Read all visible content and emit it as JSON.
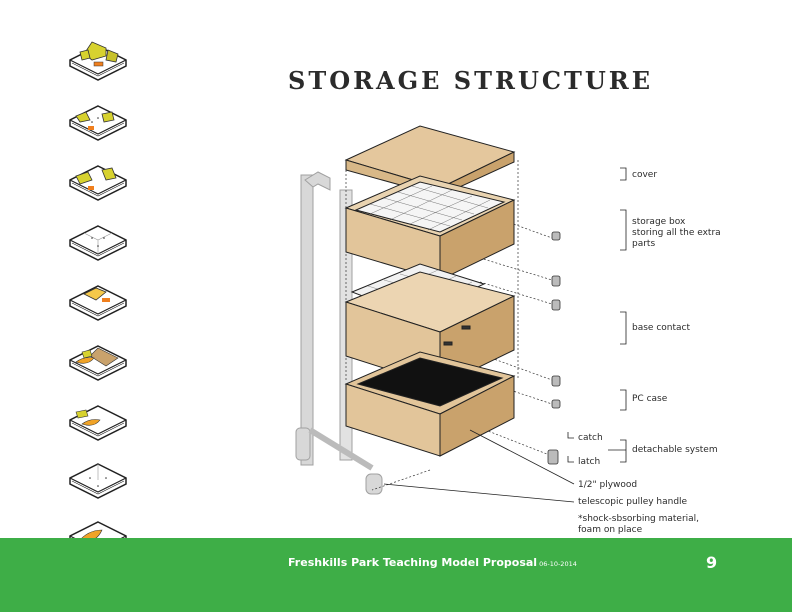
{
  "page": {
    "title": "STORAGE STRUCTURE",
    "footer_title": "Freshkills Park Teaching Model Proposal",
    "footer_date": "06-10-2014",
    "page_number": "9"
  },
  "labels": {
    "cover": "cover",
    "storage_box_1": "storage box",
    "storage_box_2": "storing all the extra",
    "storage_box_3": "parts",
    "base_contact": "base contact",
    "pc_case": "PC case",
    "catch": "catch",
    "latch": "latch",
    "detachable": "detachable system",
    "plywood": "1/2\" plywood",
    "pulley": "telescopic pulley handle",
    "shock_1": "*shock-sbsorbing material,",
    "shock_2": "foam on place"
  },
  "thumbnails": [
    {
      "content": "yellow-blocks-and-orange-piece"
    },
    {
      "content": "yellow-blocks-and-orange-piece"
    },
    {
      "content": "yellow-blocks-and-orange-piece"
    },
    {
      "content": "empty-grid"
    },
    {
      "content": "yellow-field-and-orange-piece"
    },
    {
      "content": "yellow-leaf-and-brown-patch"
    },
    {
      "content": "yellow-blocks-and-yellow-leaf"
    },
    {
      "content": "empty-grid"
    },
    {
      "content": "yellow-leaf"
    }
  ],
  "colors": {
    "footer_green": "#3eae47",
    "plywood": "#e2c59a",
    "plywood_edge": "#c9a26c",
    "model_yellow": "#d7d22f",
    "model_orange": "#f07f1e"
  }
}
